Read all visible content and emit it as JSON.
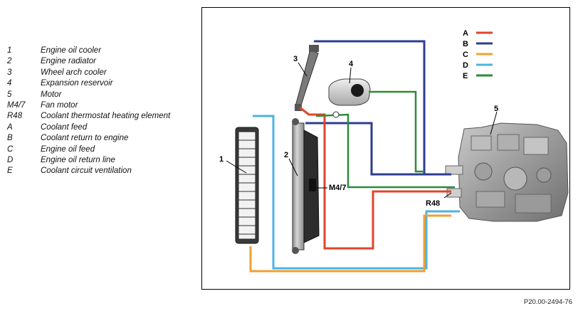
{
  "legend": [
    {
      "key": "1",
      "label": "Engine oil cooler"
    },
    {
      "key": "2",
      "label": "Engine radiator"
    },
    {
      "key": "3",
      "label": "Wheel arch cooler"
    },
    {
      "key": "4",
      "label": "Expansion reservoir"
    },
    {
      "key": "5",
      "label": "Motor"
    },
    {
      "key": "M4/7",
      "label": "Fan motor"
    },
    {
      "key": "R48",
      "label": "Coolant thermostat heating element"
    },
    {
      "key": "A",
      "label": "Coolant feed"
    },
    {
      "key": "B",
      "label": "Coolant return to engine"
    },
    {
      "key": "C",
      "label": "Engine oil feed"
    },
    {
      "key": "D",
      "label": "Engine oil return line"
    },
    {
      "key": "E",
      "label": "Coolant circuit ventilation"
    }
  ],
  "line_key": [
    {
      "letter": "A",
      "color": "#e0452a"
    },
    {
      "letter": "B",
      "color": "#2e3d8f"
    },
    {
      "letter": "C",
      "color": "#f0a030"
    },
    {
      "letter": "D",
      "color": "#4cb3e4"
    },
    {
      "letter": "E",
      "color": "#2e8b3a"
    }
  ],
  "callouts": {
    "c1": "1",
    "c2": "2",
    "c3": "3",
    "c4": "4",
    "c5": "5",
    "m47": "M4/7",
    "r48": "R48"
  },
  "figure_ref": "P20.00-2494-76"
}
